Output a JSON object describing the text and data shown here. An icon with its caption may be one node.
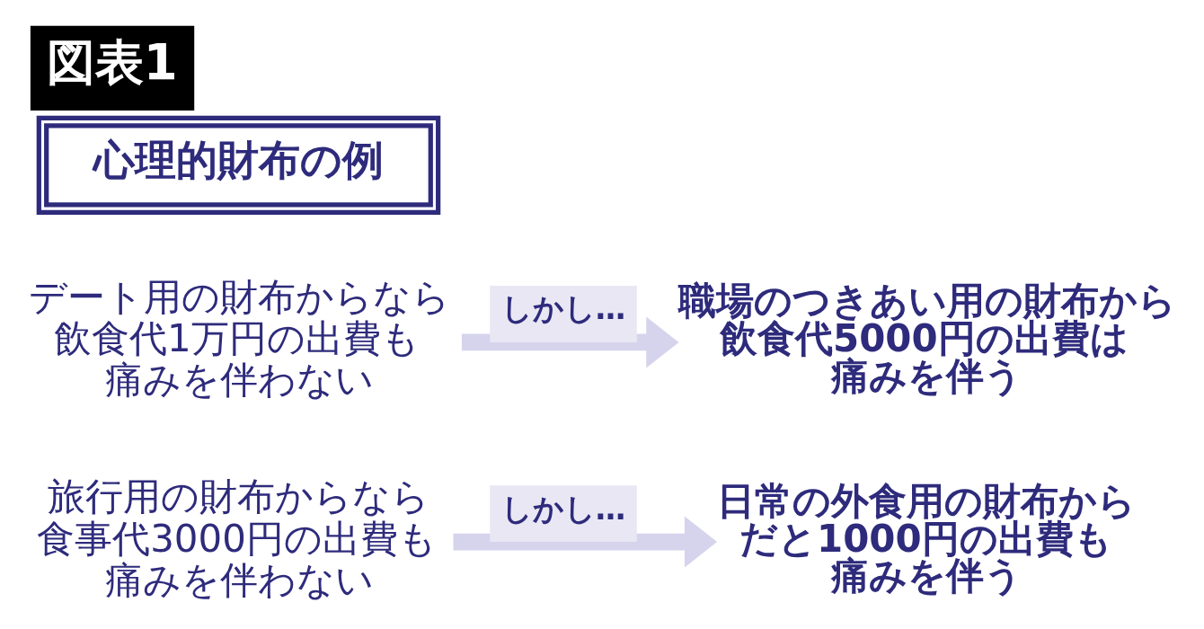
{
  "diagram": {
    "title": "図表1",
    "nodes": [
      {
        "text": [
          "心理的財布の例"
        ]
      },
      {
        "text": [
          "デート用の財布からなら飲食代1万円の出費も痛みを伴わない"
        ]
      },
      {
        "text": [
          "職場のつきあい用の財布から飲食代5000円の出費は痛みを伴う"
        ]
      },
      {
        "text": [
          "旅行用の財布からなら食事代3000円の出費も痛みを伴わない"
        ]
      },
      {
        "text": [
          "日常の外食用の財布からだと1000円の出費も痛みを伴う"
        ]
      }
    ],
    "edges": [
      {
        "from": 1,
        "to": 2,
        "arrow": "to",
        "label": "しかし…"
      },
      {
        "from": 3,
        "to": 4,
        "arrow": "to",
        "label": "しかし…"
      }
    ]
  }
}
